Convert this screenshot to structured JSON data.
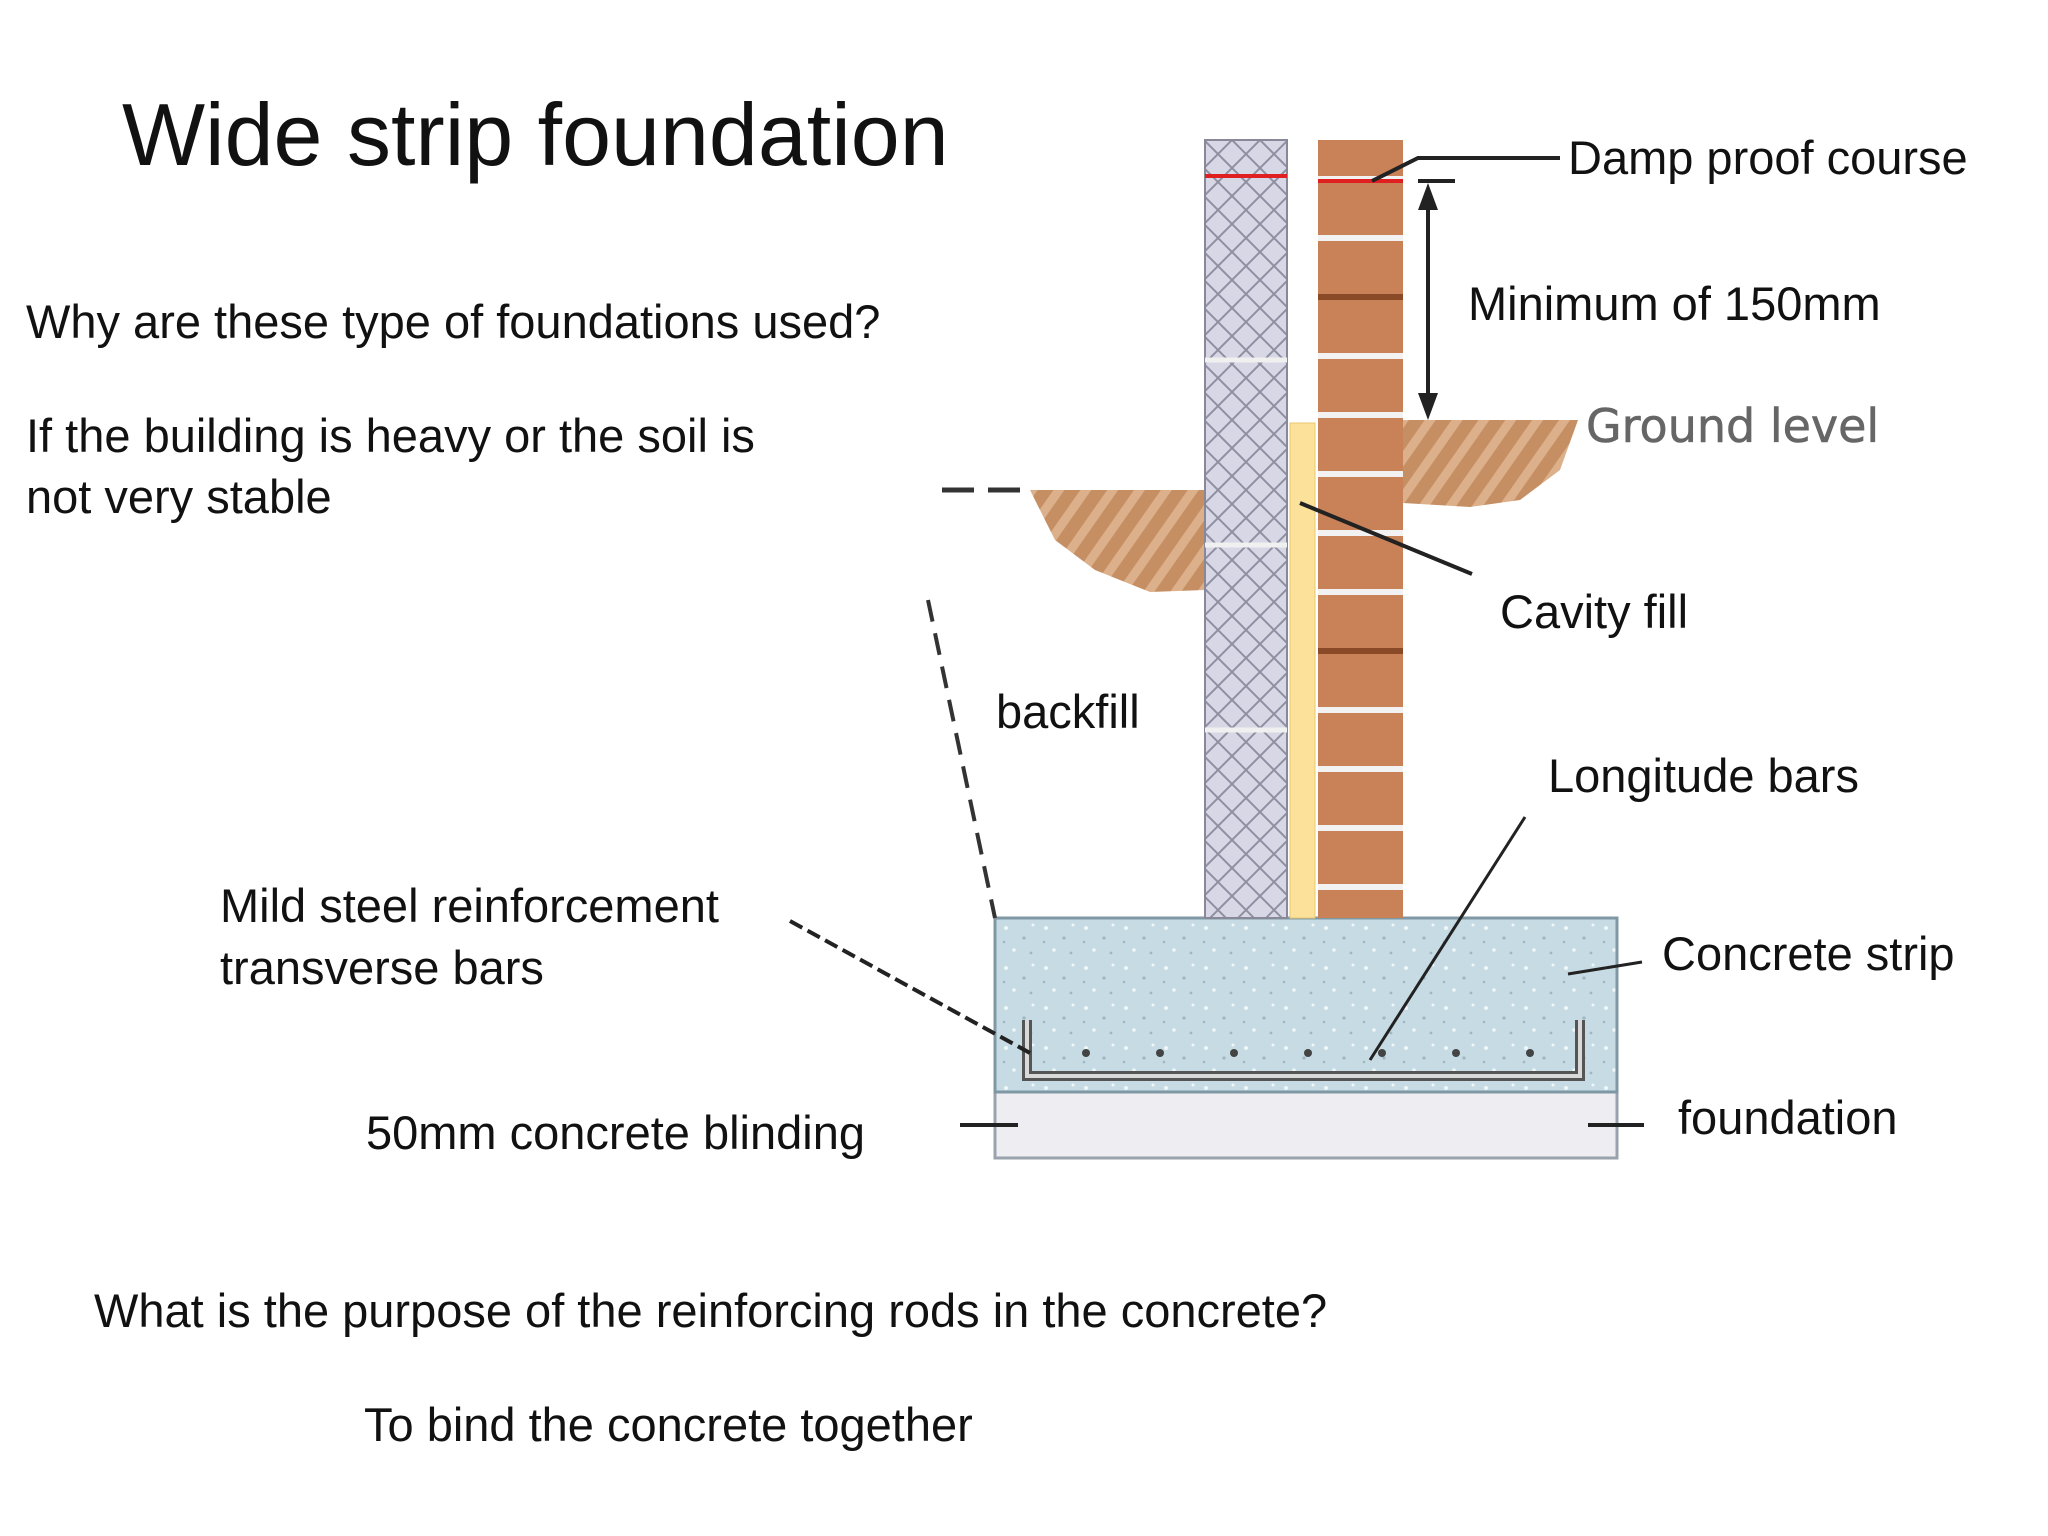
{
  "title": "Wide strip foundation",
  "questions": {
    "q1": "Why are these type of foundations used?",
    "a1_line1": "If the building is heavy or the soil is",
    "a1_line2": "not very stable",
    "q2": "What is the purpose of the reinforcing rods in the concrete?",
    "a2": "To bind the concrete together"
  },
  "labels": {
    "damp_proof_course": "Damp proof course",
    "minimum_height": "Minimum of 150mm",
    "ground_level": "Ground level",
    "cavity_fill": "Cavity fill",
    "backfill": "backfill",
    "longitude_bars": "Longitude bars",
    "reinforcement_line1": "Mild steel reinforcement",
    "reinforcement_line2": "transverse bars",
    "concrete_strip": "Concrete strip",
    "foundation": "foundation",
    "blinding": "50mm concrete blinding"
  },
  "colors": {
    "brick": "#c98258",
    "mortar": "#f2f2f2",
    "block": "#d8d7e6",
    "cavity_fill": "#fbe19a",
    "soil": "#c58f63",
    "concrete": "#c6dbe3",
    "blinding": "#eeeef2",
    "dpc": "#e02020",
    "ground_level_text": "#666666"
  }
}
